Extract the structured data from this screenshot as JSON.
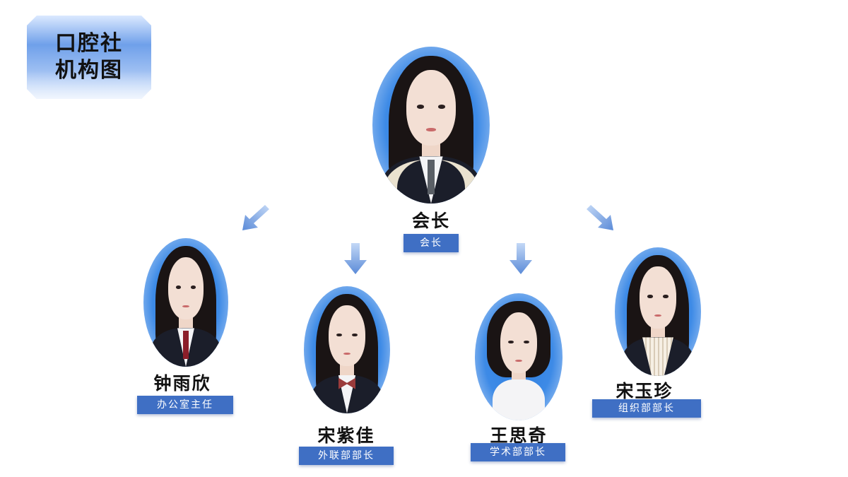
{
  "title": {
    "line1": "口腔社",
    "line2": "机构图"
  },
  "colors": {
    "photo_bg": "#2f7fe0",
    "role_bg": "#3f6fc4",
    "arrow_light": "#c3d8f6",
    "arrow_dark": "#5b8bd8"
  },
  "members": [
    {
      "id": "president",
      "name": "会长",
      "role": "会长"
    },
    {
      "id": "office",
      "name": "钟雨欣",
      "role": "办公室主任"
    },
    {
      "id": "liaison",
      "name": "宋紫佳",
      "role": "外联部部长"
    },
    {
      "id": "academic",
      "name": "王思奇",
      "role": "学术部部长"
    },
    {
      "id": "organization",
      "name": "宋玉珍",
      "role": "组织部部长"
    }
  ]
}
